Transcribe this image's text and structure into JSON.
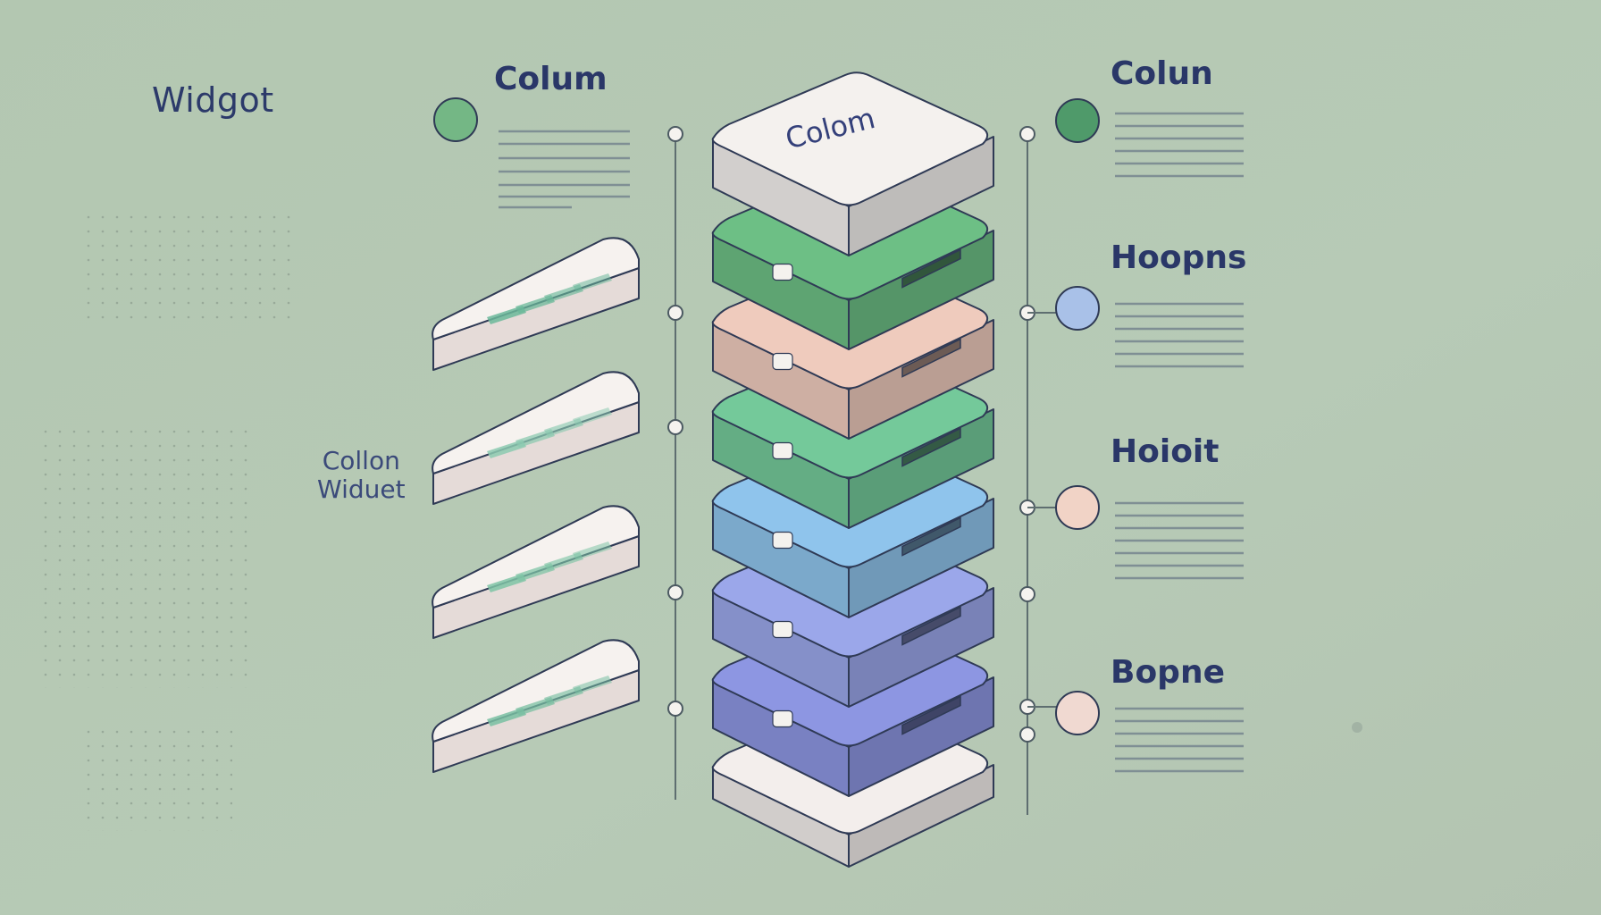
{
  "labels": {
    "widget_title": "Widgot",
    "left_column_title": "Colum",
    "top_block_text": "Colom",
    "left_caption_line1": "Collon",
    "left_caption_line2": "Widuet",
    "right_titles": [
      "Colun",
      "Hoopns",
      "Hoioit",
      "Bopne"
    ]
  },
  "stack_layers": [
    {
      "kind": "top-card",
      "color": "#f4f1ee"
    },
    {
      "kind": "drawer",
      "color": "#6dbf85"
    },
    {
      "kind": "drawer",
      "color": "#efcbbd"
    },
    {
      "kind": "drawer",
      "color": "#74c99a"
    },
    {
      "kind": "drawer",
      "color": "#8fc4ec"
    },
    {
      "kind": "drawer",
      "color": "#9ba7ea"
    },
    {
      "kind": "drawer",
      "color": "#8d96e2"
    },
    {
      "kind": "base",
      "color": "#f3eeec"
    }
  ],
  "left_cards": [
    {
      "stripe_color": "#6bb89a"
    },
    {
      "stripe_color": "#8ccab0"
    },
    {
      "stripe_color": "#7fc4a6"
    },
    {
      "stripe_color": "#79bfa2"
    }
  ],
  "right_dots": [
    "#4f9a6a",
    "#a9c1e8",
    "#f1d3c6",
    "#f0d9d1"
  ],
  "colors": {
    "background": "#b5c8b4",
    "text": "#2c3a6a",
    "outline": "#2f3a55",
    "timeline": "#5e6e70"
  }
}
